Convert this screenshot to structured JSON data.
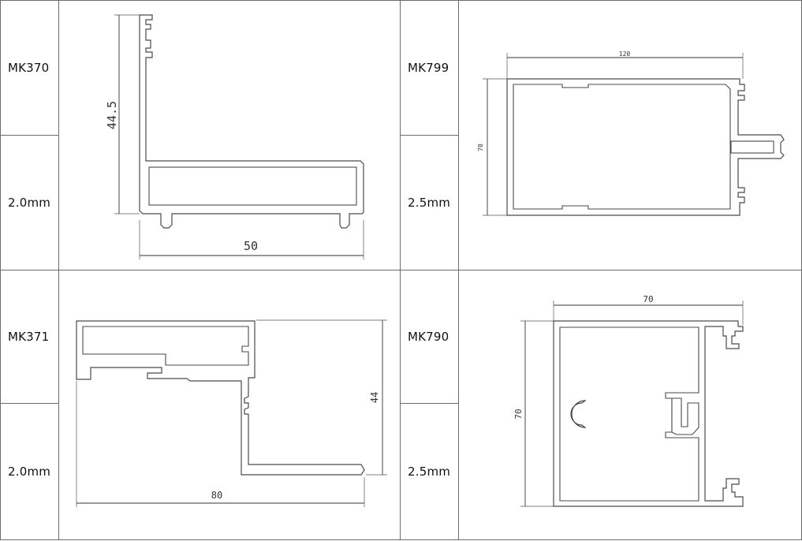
{
  "profiles": [
    {
      "code": "MK370",
      "thickness": "2.0mm",
      "dims": {
        "height": "44.5",
        "width": "50"
      }
    },
    {
      "code": "MK799",
      "thickness": "2.5mm",
      "dims": {
        "width": "120",
        "height": "70"
      }
    },
    {
      "code": "MK371",
      "thickness": "2.0mm",
      "dims": {
        "height": "44",
        "width": "80"
      }
    },
    {
      "code": "MK790",
      "thickness": "2.5mm",
      "dims": {
        "width": "70",
        "height": "70"
      }
    }
  ]
}
